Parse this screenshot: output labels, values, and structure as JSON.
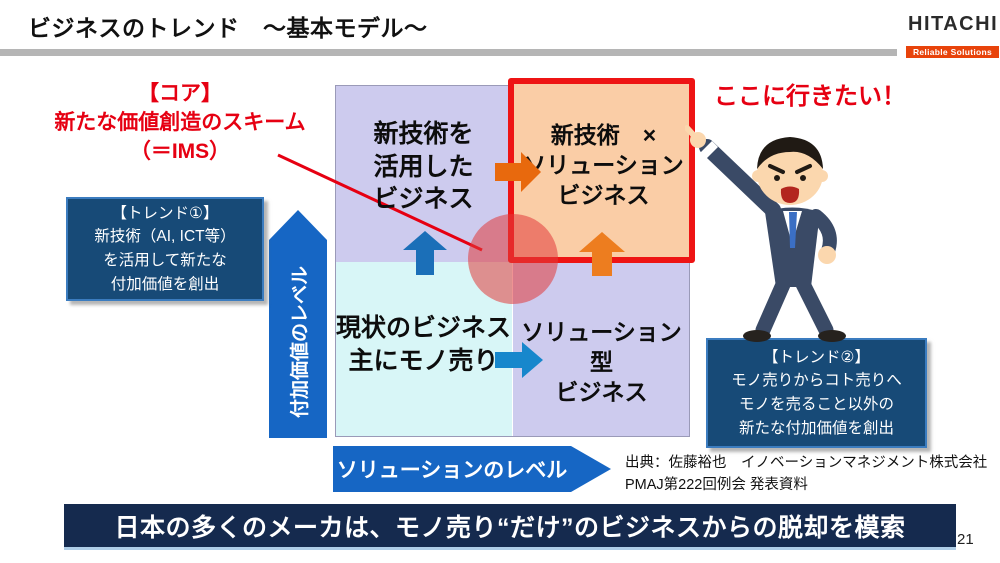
{
  "header": {
    "title": "ビジネスのトレンド　～基本モデル～",
    "brand": "HITACHI",
    "brand_tagline": "Reliable Solutions"
  },
  "annotations": {
    "core_line1": "【コア】",
    "core_line2": "新たな価値創造のスキーム",
    "core_line3": "（＝IMS）",
    "goal": "ここに行きたい！"
  },
  "trend1": {
    "lines": [
      "【トレンド①】",
      "新技術（AI, ICT等）",
      "を活用して新たな",
      "付加価値を創出"
    ]
  },
  "trend2": {
    "lines": [
      "【トレンド②】",
      "モノ売りからコト売りへ",
      "モノを売ること以外の",
      "新たな付加価値を創出"
    ]
  },
  "matrix": {
    "top_left": {
      "lines": [
        "新技術を",
        "活用した",
        "ビジネス"
      ]
    },
    "top_right": {
      "lines": [
        "新技術　×",
        "ソリューション",
        "ビジネス"
      ]
    },
    "bottom_left": {
      "lines": [
        "現状のビジネス",
        "主にモノ売り"
      ]
    },
    "bottom_right": {
      "lines": [
        "ソリューション型",
        "ビジネス"
      ]
    },
    "y_axis_label": "付加価値のレベル",
    "x_axis_label": "ソリューションのレベル"
  },
  "source": {
    "line1": "出典：佐藤裕也　イノベーションマネジメント株式会社",
    "line2": "PMAJ第222回例会 発表資料"
  },
  "footer": {
    "message": "日本の多くのメーカは、モノ売り“だけ”のビジネスからの脱却を模索",
    "page_number": "21"
  },
  "colors": {
    "accent_red": "#E60012",
    "highlight_border": "#EE1414",
    "axis_blue": "#1666C4",
    "trend_box_blue": "#174A77",
    "banner_navy": "#152A4E",
    "brand_red": "#E8430B"
  }
}
